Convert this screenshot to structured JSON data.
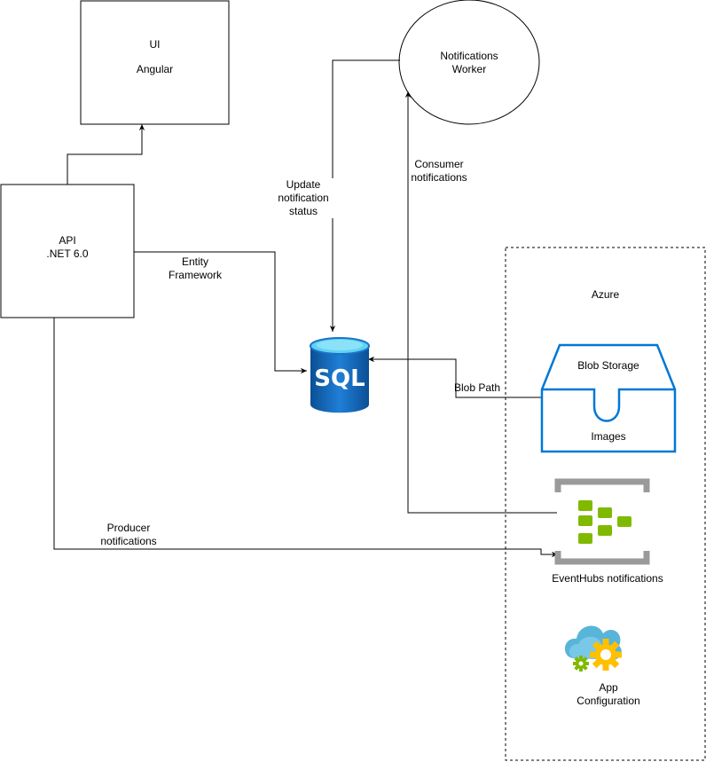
{
  "nodes": {
    "ui": {
      "lines": [
        "UI",
        "Angular"
      ]
    },
    "api": {
      "lines": [
        "API",
        ".NET 6.0"
      ]
    },
    "worker": {
      "lines": [
        "Notifications",
        "Worker"
      ]
    },
    "sql": {
      "text": "SQL"
    },
    "azure": {
      "label": "Azure"
    },
    "blob": {
      "title": "Blob Storage",
      "subtitle": "Images"
    },
    "eventhubs": {
      "label": "EventHubs notifications"
    },
    "appconfig": {
      "lines": [
        "App",
        "Configuration"
      ]
    }
  },
  "edges": {
    "entity_framework": {
      "lines": [
        "Entity",
        "Framework"
      ]
    },
    "update_status": {
      "lines": [
        "Update",
        "notification",
        "status"
      ]
    },
    "consumer": {
      "lines": [
        "Consumer",
        "notifications"
      ]
    },
    "blob_path": {
      "label": "Blob Path"
    },
    "producer": {
      "lines": [
        "Producer",
        "notifications"
      ]
    }
  },
  "colors": {
    "stroke": "#000000",
    "blob_blue": "#0078d4",
    "sql_dark": "#0a4c8c",
    "sql_mid": "#1a73c7",
    "sql_top": "#5fd3f3",
    "eh_green": "#7fba00",
    "eh_gray": "#9a9a9a",
    "gear_yellow": "#ffc000",
    "gear_green": "#7fba00",
    "cloud_blue": "#59b4d9"
  },
  "icons": [
    "sql-database-icon",
    "blob-storage-icon",
    "event-hubs-icon",
    "app-configuration-icon"
  ]
}
